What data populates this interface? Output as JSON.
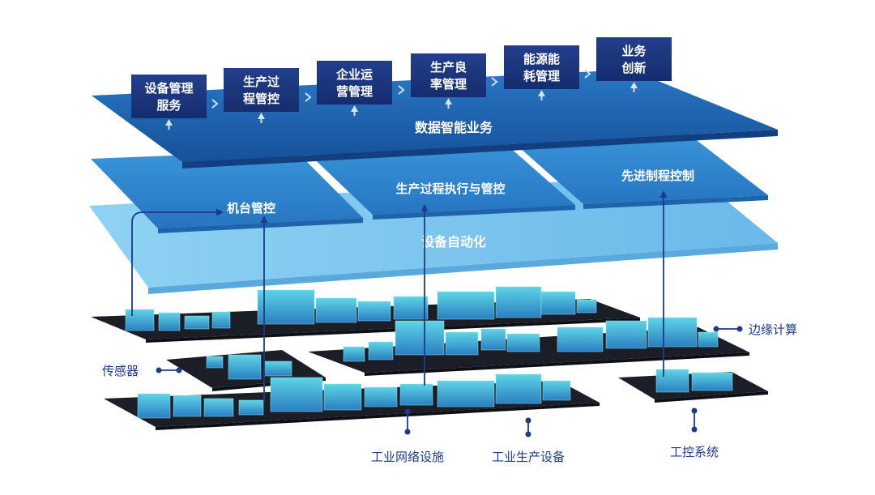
{
  "business_modules": [
    "设备管理服务",
    "生产过程管控",
    "企业运营管理",
    "生产良率管理",
    "能源能耗管理",
    "业务创新"
  ],
  "layers": {
    "data_intelligence": "数据智能业务",
    "machine_control": "机台管控",
    "process_execution": "生产过程执行与管控",
    "advanced_control": "先进制程控制",
    "automation": "设备自动化"
  },
  "callouts": {
    "edge_computing": "边缘计算",
    "sensor": "传感器",
    "network": "工业网络设施",
    "production_equipment": "工业生产设备",
    "control_system": "工控系统"
  },
  "colors": {
    "top_layer": "#1a5fa8",
    "mid_layer": "#2e86d0",
    "auto_layer": "#7cc6ef",
    "module_box": "#1d3b86",
    "connector": "#1e3a8a",
    "platform": "#1b1e27",
    "building": "#38b6d6",
    "label_text": "#1e3a8a"
  }
}
